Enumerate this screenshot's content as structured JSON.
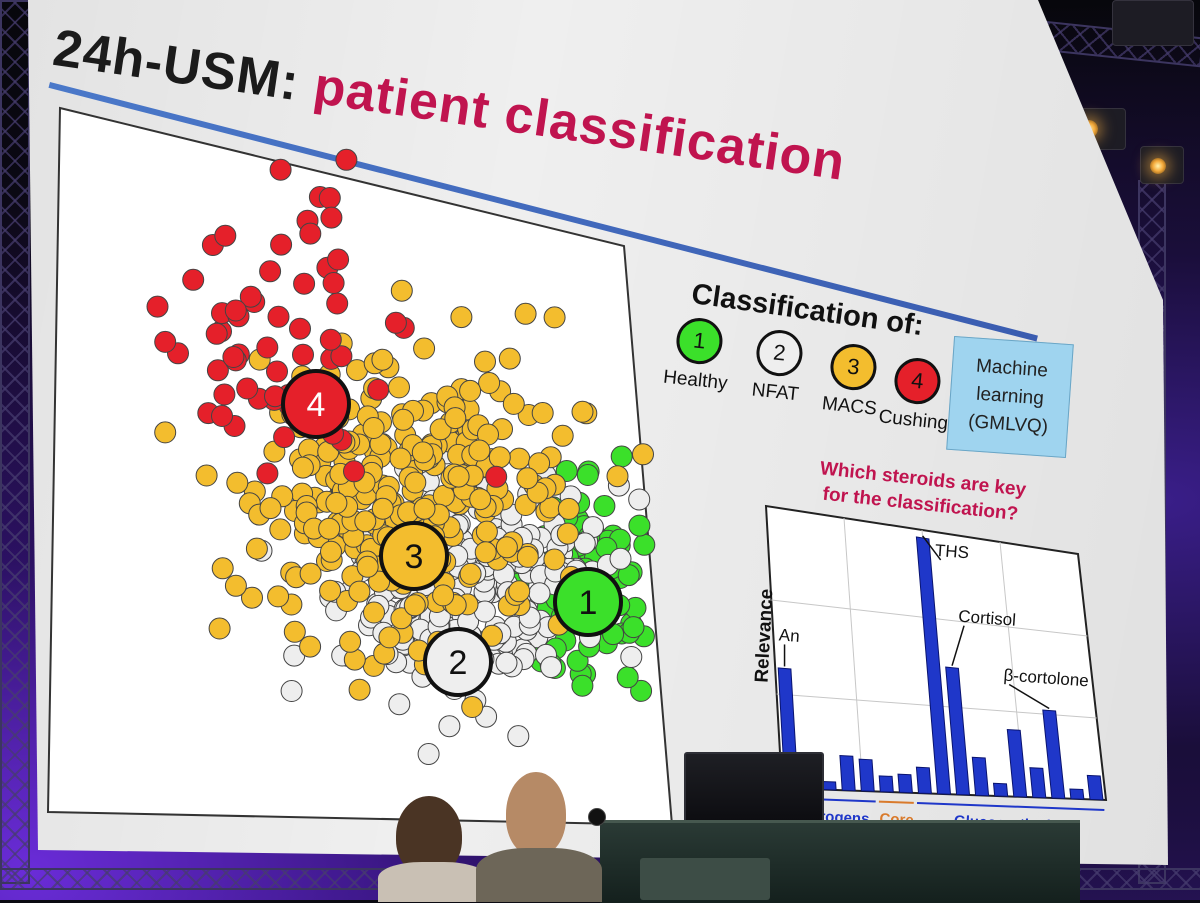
{
  "slide": {
    "title_prefix": "24h-USM:",
    "title_accent": "patient classification",
    "classification_heading": "Classification of:",
    "classes": [
      {
        "number": "1",
        "label": "Healthy",
        "color": "#3be02a"
      },
      {
        "number": "2",
        "label": "NFAT",
        "color": "#eeeeee"
      },
      {
        "number": "3",
        "label": "MACS",
        "color": "#f3bd2e"
      },
      {
        "number": "4",
        "label": "Cushing",
        "color": "#e5202a"
      }
    ],
    "ml_box": {
      "line1": "Machine",
      "line2": "learning",
      "line3": "(GMLVQ)",
      "color": "#9fd4ef"
    },
    "question": {
      "line1": "Which steroids are key",
      "line2": "for the classification?"
    },
    "accent_color": "#c0144f"
  },
  "scatter": {
    "cluster_markers": [
      {
        "number": "4",
        "color": "#e5202a"
      },
      {
        "number": "3",
        "color": "#f3bd2e"
      },
      {
        "number": "1",
        "color": "#3be02a"
      },
      {
        "number": "2",
        "color": "#eeeeee"
      }
    ]
  },
  "chart_data": {
    "type": "bar",
    "ylabel": "Relevance",
    "bar_color": "#1f37c9",
    "values": [
      0.44,
      0.13,
      0.03,
      0.13,
      0.12,
      0.06,
      0.07,
      0.1,
      1.0,
      0.5,
      0.15,
      0.05,
      0.27,
      0.12,
      0.36,
      0.04,
      0.1
    ],
    "groups": [
      {
        "name": "Androgens",
        "start": 0,
        "end": 4,
        "color": "#1f37c9"
      },
      {
        "name": "Core",
        "start": 5,
        "end": 6,
        "color": "#d97a2b"
      },
      {
        "name": "Glucocorticoids",
        "start": 7,
        "end": 16,
        "color": "#1f37c9"
      }
    ],
    "annotations": [
      {
        "text": "An",
        "index": 0
      },
      {
        "text": "THS",
        "index": 8
      },
      {
        "text": "Cortisol",
        "index": 9
      },
      {
        "text": "β-cortolone",
        "index": 14
      }
    ],
    "grid": true
  }
}
